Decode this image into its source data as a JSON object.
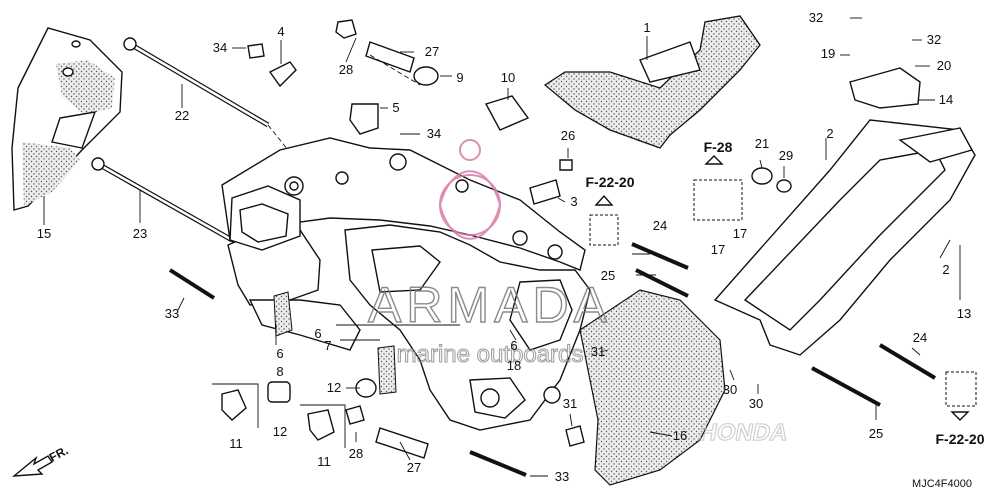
{
  "diagram": {
    "part_labels": {
      "p1": "1",
      "p2a": "2",
      "p2b": "2",
      "p4": "4",
      "p5": "5",
      "p6a": "6",
      "p6b": "6",
      "p6c": "6",
      "p7": "7",
      "p8": "8",
      "p9": "9",
      "p10": "10",
      "p11a": "11",
      "p11b": "11",
      "p12a": "12",
      "p12b": "12",
      "p13": "13",
      "p14": "14",
      "p15": "15",
      "p16": "16",
      "p17a": "17",
      "p17b": "17",
      "p18": "18",
      "p19": "19",
      "p20": "20",
      "p21": "21",
      "p22": "22",
      "p23": "23",
      "p24a": "24",
      "p24b": "24",
      "p25a": "25",
      "p25b": "25",
      "p26": "26",
      "p27a": "27",
      "p27b": "27",
      "p28a": "28",
      "p28b": "28",
      "p29": "29",
      "p30a": "30",
      "p30b": "30",
      "p31a": "31",
      "p31b": "31",
      "p32a": "32",
      "p32b": "32",
      "p33a": "33",
      "p33b": "33",
      "p34a": "34",
      "p34b": "34",
      "p3": "3"
    },
    "refs": {
      "f2220_top": "F-22-20",
      "f28": "F-28",
      "f2220_bottom": "F-22-20"
    },
    "direction_label": "FR.",
    "diagram_code": "MJC4F4000"
  },
  "watermark": {
    "main": "ARMADA",
    "sub": "marine outboards",
    "honda": "HONDA"
  }
}
